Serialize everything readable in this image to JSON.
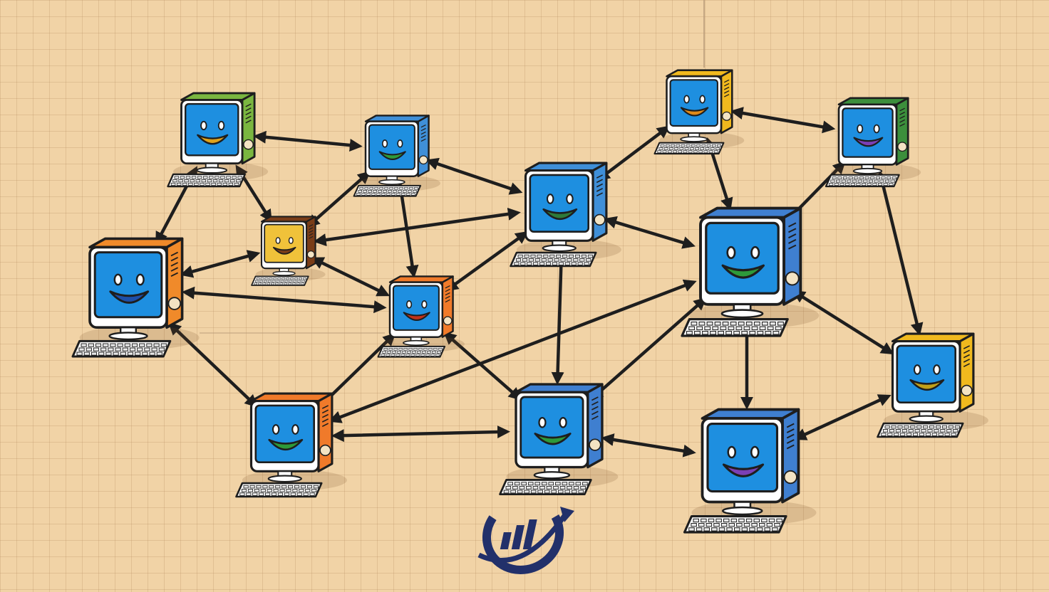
{
  "diagram": {
    "nodes": [
      {
        "id": "n1",
        "body": "#7ab640",
        "face": "#1e8fe0",
        "smile": "#e0a21a"
      },
      {
        "id": "n2",
        "body": "#3f8fd8",
        "face": "#1e8fe0",
        "smile": "#2e9a3a"
      },
      {
        "id": "n3",
        "body": "#f0b91e",
        "face": "#1e8fe0",
        "smile": "#e08a1a"
      },
      {
        "id": "n4",
        "body": "#3c8f3c",
        "face": "#1e8fe0",
        "smile": "#7b3fb5"
      },
      {
        "id": "n5",
        "body": "#7a3d18",
        "face": "#f0c23a",
        "smile": "#7a3d18"
      },
      {
        "id": "n6",
        "body": "#f08a2a",
        "face": "#1e8fe0",
        "smile": "#1e4fa8"
      },
      {
        "id": "n7",
        "body": "#3f8fd8",
        "face": "#1e8fe0",
        "smile": "#2e7a3a"
      },
      {
        "id": "n8",
        "body": "#f07a2a",
        "face": "#1e8fe0",
        "smile": "#c0321a"
      },
      {
        "id": "n9",
        "body": "#3f7fd0",
        "face": "#1e8fe0",
        "smile": "#2e9a3a"
      },
      {
        "id": "n10",
        "body": "#f07a2a",
        "face": "#1e8fe0",
        "smile": "#2e9a3a"
      },
      {
        "id": "n11",
        "body": "#3f7fd0",
        "face": "#1e8fe0",
        "smile": "#2e9a3a"
      },
      {
        "id": "n12",
        "body": "#3f7fd0",
        "face": "#1e8fe0",
        "smile": "#7b3fb5"
      },
      {
        "id": "n13",
        "body": "#f0b91e",
        "face": "#1e8fe0",
        "smile": "#c0a01a"
      }
    ],
    "edges": [
      [
        "n1",
        "n2"
      ],
      [
        "n1",
        "n6"
      ],
      [
        "n1",
        "n5"
      ],
      [
        "n2",
        "n5"
      ],
      [
        "n2",
        "n8"
      ],
      [
        "n2",
        "n7"
      ],
      [
        "n5",
        "n7"
      ],
      [
        "n5",
        "n6"
      ],
      [
        "n5",
        "n8"
      ],
      [
        "n6",
        "n8"
      ],
      [
        "n6",
        "n10"
      ],
      [
        "n7",
        "n3"
      ],
      [
        "n7",
        "n9"
      ],
      [
        "n7",
        "n11"
      ],
      [
        "n7",
        "n8"
      ],
      [
        "n3",
        "n4"
      ],
      [
        "n3",
        "n9"
      ],
      [
        "n4",
        "n9"
      ],
      [
        "n4",
        "n13"
      ],
      [
        "n8",
        "n10"
      ],
      [
        "n8",
        "n11"
      ],
      [
        "n10",
        "n11"
      ],
      [
        "n10",
        "n9"
      ],
      [
        "n11",
        "n9"
      ],
      [
        "n11",
        "n12"
      ],
      [
        "n9",
        "n12"
      ],
      [
        "n9",
        "n13"
      ],
      [
        "n12",
        "n13"
      ]
    ],
    "colors": {
      "edge": "#1e1e1e",
      "logo": "#22306a"
    },
    "logo_icon": "growth-chart-logo-icon"
  }
}
